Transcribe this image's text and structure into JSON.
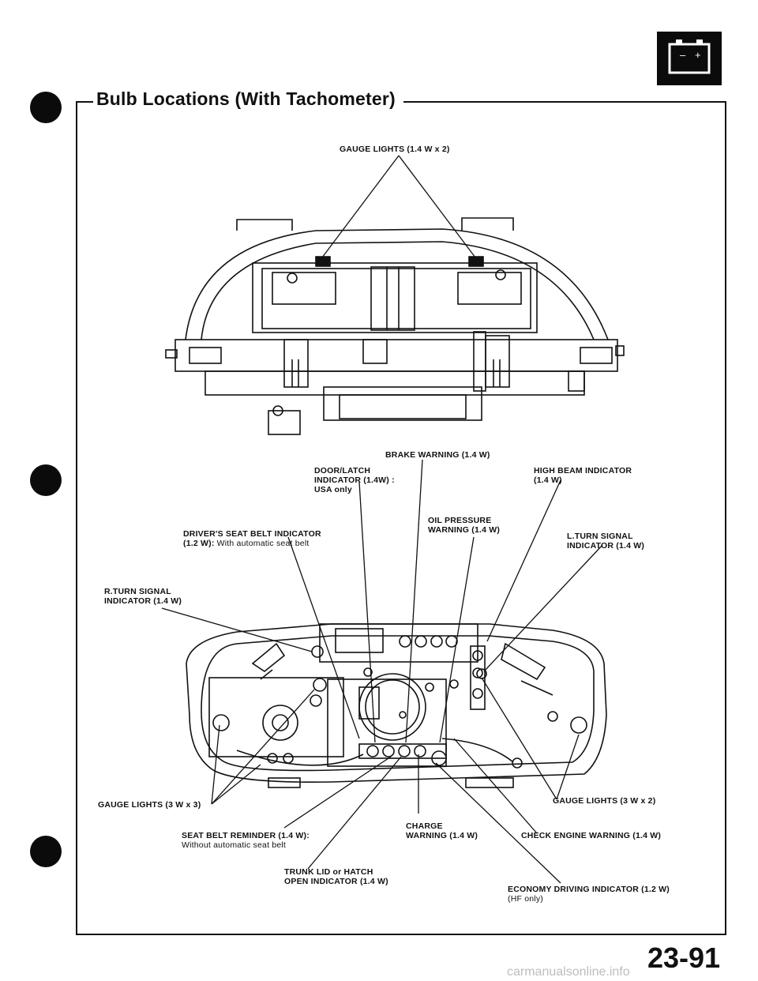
{
  "title": "Bulb Locations (With Tachometer)",
  "page_number": "23-91",
  "watermark": "carmanualsonline.info",
  "labels": {
    "gauge_lights_top": "GAUGE LIGHTS (1.4 W x 2)",
    "brake_warning": "BRAKE WARNING (1.4 W)",
    "door_latch_l1": "DOOR/LATCH",
    "door_latch_l2": "INDICATOR (1.4W) :",
    "door_latch_l3": "USA only",
    "high_beam_l1": "HIGH BEAM INDICATOR",
    "high_beam_l2": "(1.4 W)",
    "oil_pressure_l1": "OIL PRESSURE",
    "oil_pressure_l2": "WARNING (1.4 W)",
    "drivers_seat_belt_l1": "DRIVER'S SEAT BELT INDICATOR",
    "drivers_seat_belt_l2": "(1.2 W):",
    "drivers_seat_belt_note": "With automatic seat belt",
    "l_turn_l1": "L.TURN SIGNAL",
    "l_turn_l2": "INDICATOR (1.4 W)",
    "r_turn_l1": "R.TURN SIGNAL",
    "r_turn_l2": "INDICATOR (1.4 W)",
    "gauge_lights_left": "GAUGE LIGHTS (3 W x 3)",
    "gauge_lights_right": "GAUGE LIGHTS (3 W x 2)",
    "charge_l1": "CHARGE",
    "charge_l2": "WARNING (1.4 W)",
    "seat_belt_reminder_l1": "SEAT BELT REMINDER (1.4 W):",
    "seat_belt_reminder_note": "Without automatic seat belt",
    "check_engine": "CHECK ENGINE WARNING (1.4 W)",
    "trunk_l1": "TRUNK LID or HATCH",
    "trunk_l2": "OPEN INDICATOR (1.4 W)",
    "economy_l1": "ECONOMY DRIVING INDICATOR (1.2 W)",
    "economy_l2": "(HF only)"
  },
  "battery_symbol": "- +",
  "icons": [
    "battery-icon",
    "punch-hole",
    "instrument-cluster-top-view",
    "instrument-cluster-rear-view"
  ]
}
